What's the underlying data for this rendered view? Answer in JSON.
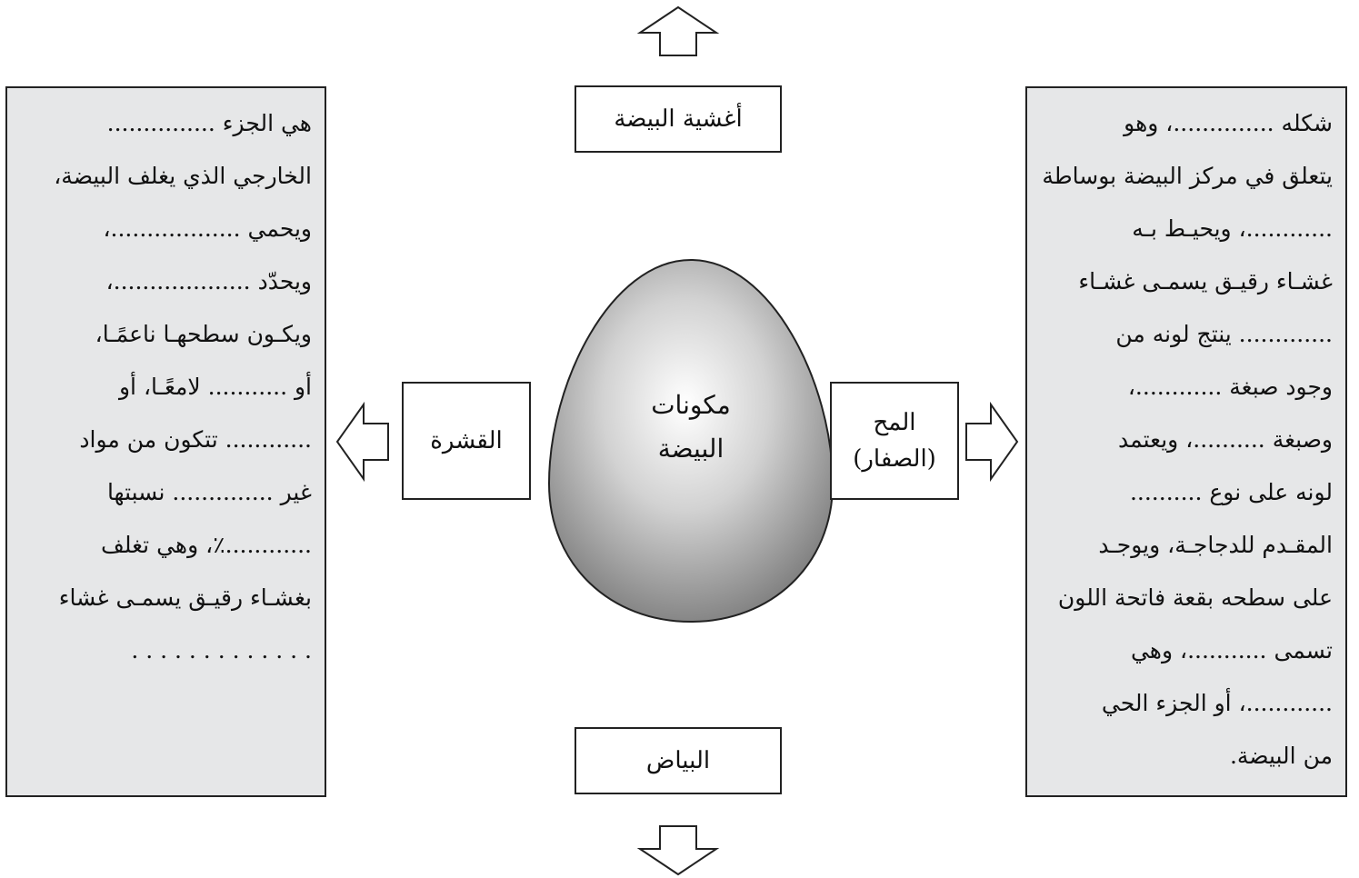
{
  "center": {
    "line1": "مكونات",
    "line2": "البيضة"
  },
  "boxes": {
    "membranes": "أغشية البيضة",
    "albumen": "البياض",
    "shell": "القشرة",
    "yolk_line1": "المح",
    "yolk_line2": "(الصفار)"
  },
  "right_panel": {
    "lines": [
      "شكله ..............، وهو",
      "يتعلق في مركز البيضة بوساطة",
      "............، ويحيـط بـه",
      "غشـاء رقيـق يسمـى غشـاء",
      "............. ينتج لونه من",
      "وجود صبغة ............،",
      "وصبغة ..........، ويعتمد",
      "لونه على نوع ..........",
      "المقـدم للدجاجـة، ويوجـد",
      "على سطحه بقعة فاتحة اللون",
      "تسمى ...........، وهي",
      "............، أو الجزء الحي",
      "من البيضة."
    ]
  },
  "left_panel": {
    "lines": [
      "هي الجزء ...............",
      "الخارجي الذي يغلف البيضة،",
      "ويحمي ..................،",
      "ويحدّد ...................،",
      "ويكـون سطحهـا ناعمًـا،",
      "أو ........... لامعًـا، أو",
      "............ تتكون من مواد",
      "غير .............. نسبتها",
      "............٪، وهي تغلف",
      "بغشـاء رقيـق يسمـى غشاء",
      ". . . . . . . . . . . . ."
    ]
  },
  "colors": {
    "panel_bg": "#e6e7e8",
    "border": "#222222",
    "egg_light": "#ffffff",
    "egg_dark": "#7a7a7a"
  },
  "icons": [
    "arrow-up-icon",
    "arrow-down-icon",
    "arrow-left-icon",
    "arrow-right-icon"
  ]
}
